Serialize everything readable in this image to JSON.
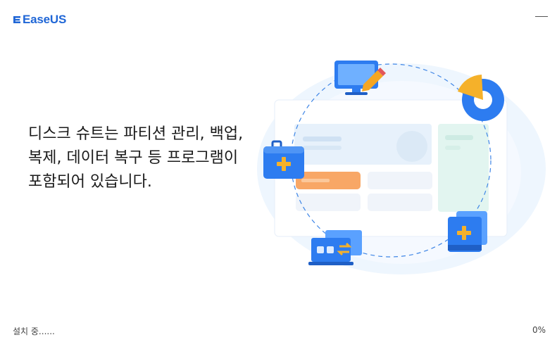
{
  "app": {
    "logo_text": "EaseUS"
  },
  "headline": "디스크 슈트는 파티션 관리, 백업, 복제, 데이터 복구 등 프로그램이 포함되어 있습니다.",
  "footer": {
    "status": "설치 중......",
    "progress_label": "0%"
  },
  "progress": {
    "percent": 0
  },
  "colors": {
    "brand": "#1f66d6",
    "accent_orange": "#f5a623",
    "accent_blue": "#2d7cf0"
  },
  "icons": [
    "minimize-icon",
    "monitor-edit-icon",
    "pie-chart-icon",
    "medkit-icon",
    "add-drive-icon",
    "transfer-icon"
  ]
}
